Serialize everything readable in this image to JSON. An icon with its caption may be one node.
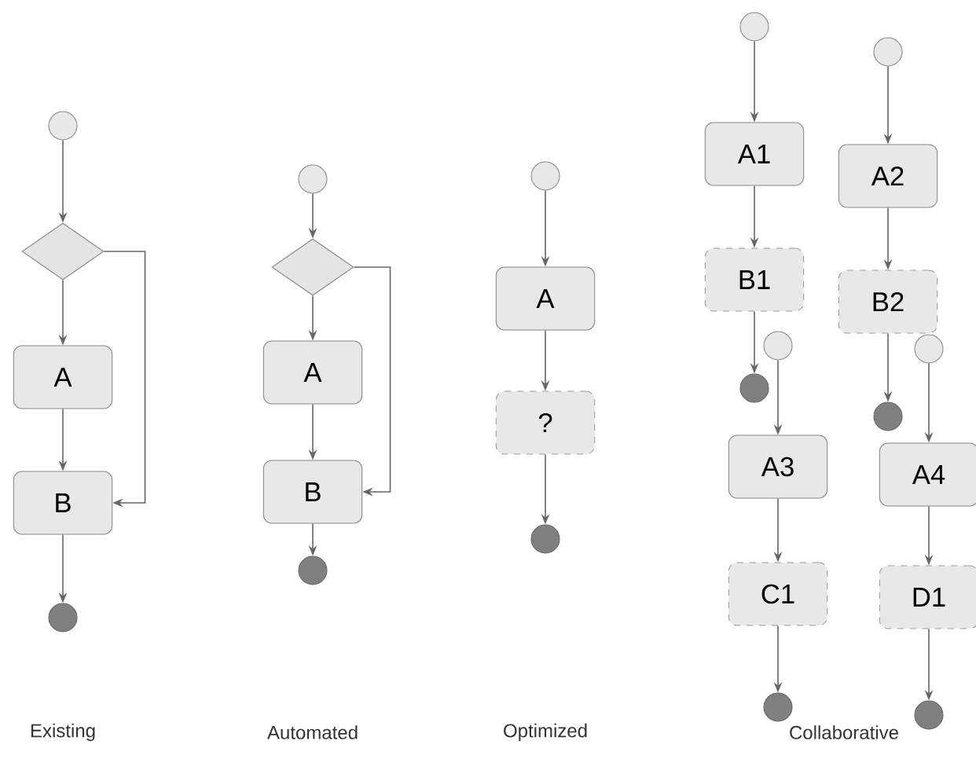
{
  "diagram": {
    "nodes": [
      {
        "text": [],
        "shape": "circle"
      },
      {
        "text": [],
        "shape": "diamond"
      },
      {
        "text": [
          "A"
        ]
      },
      {
        "text": [
          "B"
        ]
      },
      {
        "text": [],
        "shape": "circle"
      },
      {
        "text": [],
        "shape": "circle"
      },
      {
        "text": [],
        "shape": "diamond"
      },
      {
        "text": [
          "A"
        ]
      },
      {
        "text": [
          "B"
        ]
      },
      {
        "text": [],
        "shape": "circle"
      },
      {
        "text": [],
        "shape": "circle"
      },
      {
        "text": [
          "A"
        ]
      },
      {
        "text": [
          "?"
        ]
      },
      {
        "text": [],
        "shape": "circle"
      },
      {
        "text": [],
        "shape": "circle"
      },
      {
        "text": [
          "A1"
        ]
      },
      {
        "text": [
          "B1"
        ]
      },
      {
        "text": [],
        "shape": "circle"
      },
      {
        "text": [],
        "shape": "circle"
      },
      {
        "text": [
          "A3"
        ]
      },
      {
        "text": [
          "C1"
        ]
      },
      {
        "text": [],
        "shape": "circle"
      },
      {
        "text": [],
        "shape": "circle"
      },
      {
        "text": [
          "A2"
        ]
      },
      {
        "text": [
          "B2"
        ]
      },
      {
        "text": [],
        "shape": "circle"
      },
      {
        "text": [],
        "shape": "circle"
      },
      {
        "text": [
          "A4"
        ]
      },
      {
        "text": [
          "D1"
        ]
      },
      {
        "text": [],
        "shape": "circle"
      }
    ],
    "edges": [
      {
        "from": 0,
        "to": 1,
        "arrow": "to"
      },
      {
        "from": 1,
        "to": 2,
        "arrow": "to"
      },
      {
        "from": 2,
        "to": 3,
        "arrow": "to"
      },
      {
        "from": 1,
        "to": 3,
        "arrow": "to"
      },
      {
        "from": 3,
        "to": 4,
        "arrow": "to"
      },
      {
        "from": 5,
        "to": 6,
        "arrow": "to"
      },
      {
        "from": 6,
        "to": 7,
        "arrow": "to"
      },
      {
        "from": 7,
        "to": 8,
        "arrow": "to"
      },
      {
        "from": 6,
        "to": 8,
        "arrow": "to"
      },
      {
        "from": 8,
        "to": 9,
        "arrow": "to"
      },
      {
        "from": 10,
        "to": 11,
        "arrow": "to"
      },
      {
        "from": 11,
        "to": 12,
        "arrow": "to"
      },
      {
        "from": 12,
        "to": 13,
        "arrow": "to"
      },
      {
        "from": 14,
        "to": 15,
        "arrow": "to"
      },
      {
        "from": 15,
        "to": 16,
        "arrow": "to"
      },
      {
        "from": 16,
        "to": 17,
        "arrow": "to"
      },
      {
        "from": 18,
        "to": 19,
        "arrow": "to"
      },
      {
        "from": 19,
        "to": 20,
        "arrow": "to"
      },
      {
        "from": 20,
        "to": 21,
        "arrow": "to"
      },
      {
        "from": 22,
        "to": 23,
        "arrow": "to"
      },
      {
        "from": 23,
        "to": 24,
        "arrow": "to"
      },
      {
        "from": 24,
        "to": 25,
        "arrow": "to"
      },
      {
        "from": 26,
        "to": 27,
        "arrow": "to"
      },
      {
        "from": 27,
        "to": 28,
        "arrow": "to"
      },
      {
        "from": 28,
        "to": 29,
        "arrow": "to"
      }
    ],
    "labels": [
      "Existing",
      "Automated",
      "Optimized",
      "Collaborative"
    ]
  }
}
